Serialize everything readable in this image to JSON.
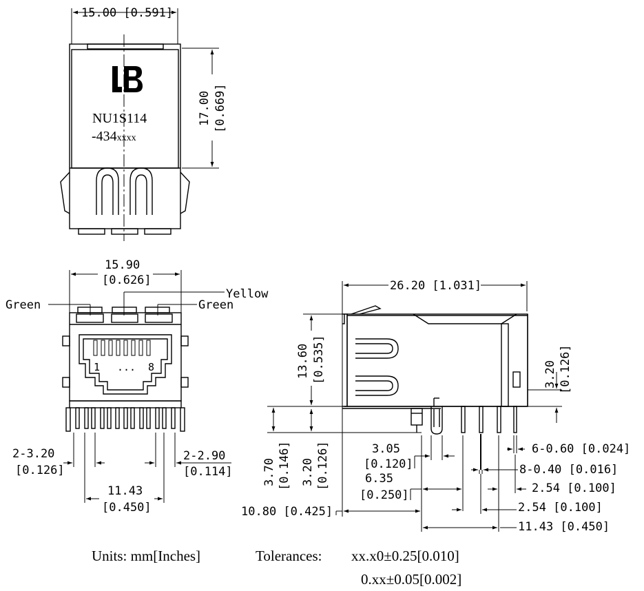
{
  "top_view": {
    "width_dim": "15.00 [0.591]",
    "height_dim_mm": "17.00",
    "height_dim_in": "[0.669]",
    "logo_text": "LB",
    "part_number_line1": "NU1S114",
    "part_number_line2_main": "-434",
    "part_number_line2_suffix": "xxxx"
  },
  "front_view": {
    "width_dim_mm": "15.90",
    "width_dim_in": "[0.626]",
    "led_left_label": "Green",
    "led_center_label": "Yellow",
    "led_right_label": "Green",
    "pin_first": "1",
    "pin_dots": "...",
    "pin_last": "8",
    "left_hole_dim_1": "2-3.20",
    "left_hole_dim_2": "[0.126]",
    "right_hole_dim_1": "2-2.90",
    "right_hole_dim_2": "[0.114]",
    "pitch_dim_1": "11.43",
    "pitch_dim_2": "[0.450]"
  },
  "side_view": {
    "length_dim": "26.20 [1.031]",
    "height_dim_mm": "13.60",
    "height_dim_in": "[0.535]",
    "right_dim_mm": "3.20",
    "right_dim_in": "[0.126]",
    "pin_len_mm": "3.70",
    "pin_len_in": "[0.146]",
    "pin_len2_mm": "3.20",
    "pin_len2_in": "[0.126]",
    "d_305_1": "3.05",
    "d_305_2": "[0.120]",
    "d_635_1": "6.35",
    "d_635_2": "[0.250]",
    "d_1080": "10.80 [0.425]",
    "d_pin060": "6-0.60 [0.024]",
    "d_pin040": "8-0.40 [0.016]",
    "d_254_a": "2.54 [0.100]",
    "d_254_b": "2.54 [0.100]",
    "d_1143": "11.43 [0.450]"
  },
  "footer": {
    "units_label": "Units: mm[Inches]",
    "tolerance_label": "Tolerances:",
    "tol_line1": "xx.x0±0.25[0.010]",
    "tol_line2": "0.xx±0.05[0.002]"
  }
}
